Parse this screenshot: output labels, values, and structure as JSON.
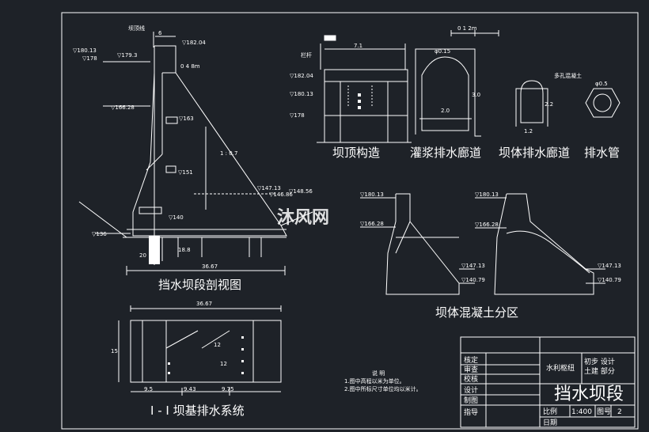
{
  "captions": {
    "section_view": "挡水坝段剖视图",
    "crest_structure": "坝顶构造",
    "grout_gallery": "灌浆排水廊道",
    "dam_gallery": "坝体排水廊道",
    "drain_pipe": "排水管",
    "concrete_zoning": "坝体混凝土分区",
    "foundation_drain": "I - I    坝基排水系统"
  },
  "elevations": {
    "e18013": "▽180.13",
    "e178": "▽178",
    "e17935": "▽179.3",
    "e18204": "▽182.04",
    "e16628": "▽166.28",
    "e163": "▽163",
    "e151": "▽151",
    "e14713": "▽147.13",
    "e14686": "▽146.86",
    "e14856": "▽148.56",
    "e140": "▽140",
    "e136": "▽136",
    "c18204": "▽182.04",
    "c18013": "▽180.13",
    "c178": "▽178",
    "z1_top": "▽180.13",
    "z1_mid": "▽166.28",
    "z1_low": "▽147.13",
    "z1_bot": "▽140.79",
    "z2_top": "▽180.13",
    "z2_mid": "▽166.28",
    "z2_low": "▽147.13",
    "z2_bot": "▽140.79"
  },
  "dims": {
    "width_3667": "36.67",
    "width_3667b": "36.67",
    "slope": "1 : 0.7",
    "d95": "9.5",
    "d943": "9.43",
    "d975": "9.75",
    "d15": "15",
    "d12a": "12",
    "d12b": "12",
    "d71": "7.1",
    "d30": "3.0",
    "d20": "2.0",
    "d22": "2.2",
    "d12c": "1.2",
    "d015": "φ0.15",
    "d06": "6",
    "d188": "18.8",
    "d20b": "20",
    "scale": "0     4     8m",
    "bar": "0    1    2m",
    "pipe_note": "多孔混凝土",
    "pipe_d": "φ0.5",
    "rail": "栏杆",
    "top_mark": "坝顶线"
  },
  "notes": {
    "title": "说    明",
    "line1": "1.图中高程以米为单位。",
    "line2": "2.图中所标尺寸单位均以米计。"
  },
  "title_block": {
    "rows": [
      "核定",
      "审查",
      "校核",
      "设计",
      "制图",
      "指导"
    ],
    "org": "水利枢纽",
    "phase1": "初步  设计",
    "phase2": "土建  部分",
    "drawing_title": "挡水坝段",
    "scale_label": "比例",
    "scale_value": "1:400",
    "sheet_label": "图号",
    "sheet_value": "2",
    "date_label": "日期"
  },
  "watermark": "沐风网"
}
